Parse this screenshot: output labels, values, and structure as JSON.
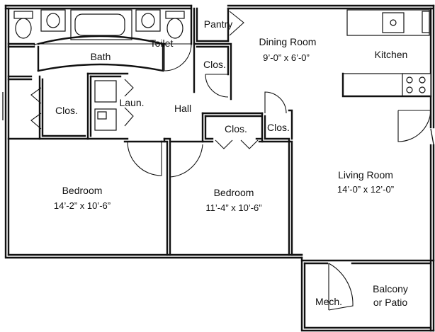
{
  "rooms": {
    "bath": {
      "name": "Bath"
    },
    "toilet": {
      "name": "Toilet"
    },
    "pantry": {
      "name": "Pantry"
    },
    "dining": {
      "name": "Dining Room",
      "dims": "9’-0” x 6’-0”"
    },
    "kitchen": {
      "name": "Kitchen"
    },
    "clos_hall": {
      "name": "Clos."
    },
    "clos_left": {
      "name": "Clos."
    },
    "laundry": {
      "name": "Laun."
    },
    "hall": {
      "name": "Hall"
    },
    "clos_bed2": {
      "name": "Clos."
    },
    "clos_small": {
      "name": "Clos."
    },
    "bedroom1": {
      "name": "Bedroom",
      "dims": "14’-2” x 10’-6”"
    },
    "bedroom2": {
      "name": "Bedroom",
      "dims": "11’-4” x 10’-6”"
    },
    "living": {
      "name": "Living Room",
      "dims": "14’-0” x 12’-0”"
    },
    "mech": {
      "name": "Mech."
    },
    "balcony": {
      "name": "Balcony",
      "name2": "or Patio"
    }
  }
}
